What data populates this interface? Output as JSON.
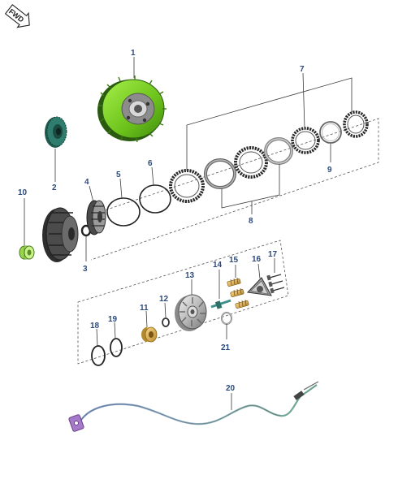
{
  "badge": {
    "text": "FWD"
  },
  "callouts": {
    "c1": "1",
    "c2": "2",
    "c3": "3",
    "c4": "4",
    "c5": "5",
    "c6": "6",
    "c7": "7",
    "c8": "8",
    "c9": "9",
    "c10": "10",
    "c11": "11",
    "c12": "12",
    "c13": "13",
    "c14": "14",
    "c15": "15",
    "c16": "16",
    "c17": "17",
    "c18": "18",
    "c19": "19",
    "c20": "20",
    "c21": "21"
  },
  "colors": {
    "accent_green": "#7ed321",
    "gear_teal": "#2f7d6e",
    "callout_text": "#2b4a7a",
    "metal_dark": "#3c3c3c",
    "cable_blue": "#6a8fc4"
  }
}
